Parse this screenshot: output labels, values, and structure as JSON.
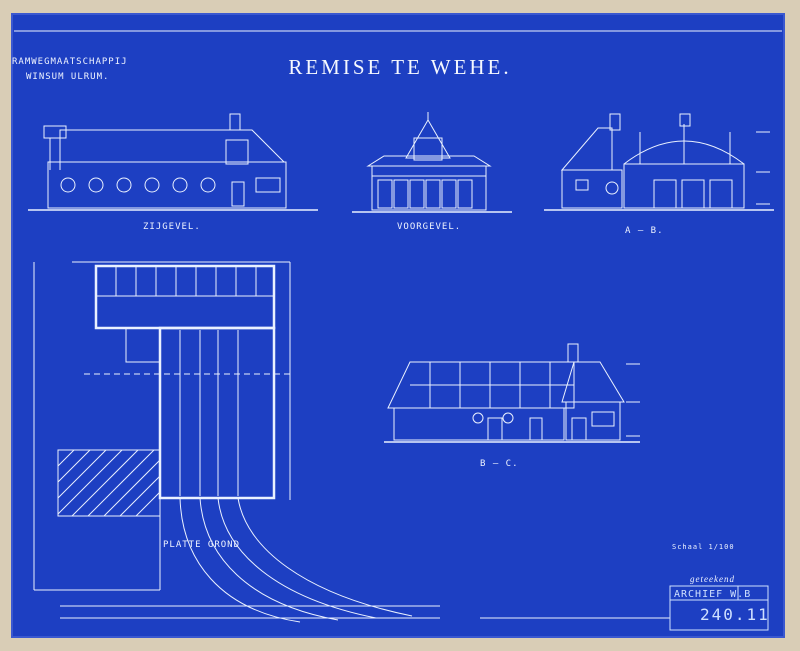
{
  "company": {
    "line1": "RAMWEGMAATSCHAPPIJ",
    "line2": "WINSUM ULRUM."
  },
  "title": "REMISE TE WEHE.",
  "views": {
    "side": "ZIJGEVEL.",
    "front": "VOORGEVEL.",
    "section_ab": "A — B.",
    "plan": "PLATTE GROND",
    "section_bc": "B — C."
  },
  "scale": "Schaal 1/100",
  "archive": {
    "stamp": "ARCHIEF W.B",
    "number": "240.11"
  },
  "signature": "geteekend",
  "colors": {
    "paper": "#d9cdb6",
    "blueprint": "#1d3fc2",
    "line": "#eaf1ff"
  }
}
